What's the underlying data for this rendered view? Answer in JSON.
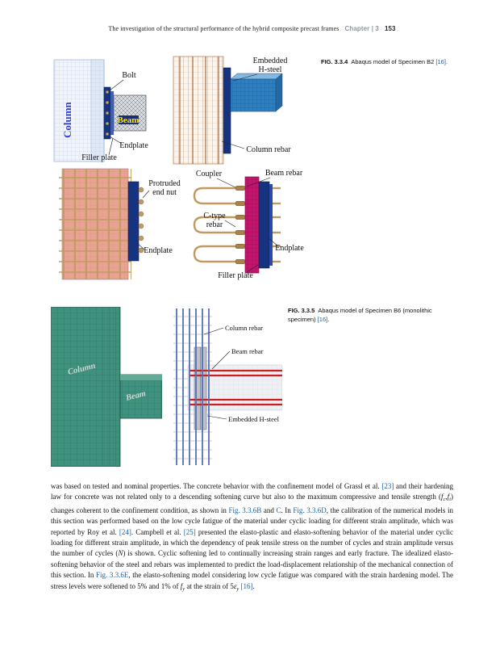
{
  "header": {
    "title": "The investigation of the structural performance of the hybrid composite precast frames",
    "chapter": "Chapter | 3",
    "page_number": "153"
  },
  "fig334": {
    "caption": [
      {
        "text": "FIG. 3.3.4",
        "style": "bold"
      },
      {
        "text": "Abaqus model of Specimen B2 ",
        "style": "normal"
      },
      {
        "text": "[16]",
        "style": "link"
      },
      {
        "text": ".",
        "style": "normal"
      }
    ],
    "labels": {
      "bolt": "Bolt",
      "column": "Column",
      "beam": "Beam",
      "endplate_a": "Endplate",
      "filler_plate_a": "Filler plate",
      "embedded_hsteel": [
        "Embedded",
        "H-steel"
      ],
      "column_rebar": "Column rebar",
      "protruded_end_nut": [
        "Protruded",
        "end nut"
      ],
      "endplate_c": "Endplate",
      "coupler": "Coupler",
      "beam_rebar": "Beam rebar",
      "c_type_rebar": [
        "C-type",
        "rebar"
      ],
      "endplate_d": "Endplate",
      "filler_plate_d": "Filler plate"
    }
  },
  "fig335": {
    "caption": [
      {
        "text": "FIG. 3.3.5",
        "style": "bold"
      },
      {
        "text": "Abaqus model of Specimen B6 (monolithic specimen) ",
        "style": "normal"
      },
      {
        "text": "[16]",
        "style": "link"
      },
      {
        "text": ".",
        "style": "normal"
      }
    ],
    "labels": {
      "column": "Column",
      "beam": "Beam",
      "column_rebar": "Column rebar",
      "beam_rebar": "Beam rebar",
      "embedded_hsteel": "Embedded H-steel"
    }
  },
  "body": {
    "segments": [
      {
        "text": "was based on tested and nominal properties. The concrete behavior with the confinement model of Grassl et al. ",
        "style": "normal"
      },
      {
        "text": "[23]",
        "style": "link"
      },
      {
        "text": " and their hardening law for concrete was not related only to a descending softening curve but also to the maximum compressive and tensile strength (",
        "style": "normal"
      },
      {
        "text": "f",
        "style": "italic"
      },
      {
        "text": "c",
        "style": "sub"
      },
      {
        "text": ",",
        "style": "normal"
      },
      {
        "text": "f",
        "style": "italic"
      },
      {
        "text": "t",
        "style": "sub"
      },
      {
        "text": ") changes coherent to the confinement condition, as shown in ",
        "style": "normal"
      },
      {
        "text": "Fig. 3.3.6B",
        "style": "link"
      },
      {
        "text": " and ",
        "style": "normal"
      },
      {
        "text": "C",
        "style": "link"
      },
      {
        "text": ". In ",
        "style": "normal"
      },
      {
        "text": "Fig. 3.3.6D",
        "style": "link"
      },
      {
        "text": ", the calibration of the numerical models in this section was performed based on the low cycle fatigue of the material under cyclic loading for different strain amplitude, which was reported by Roy et al. ",
        "style": "normal"
      },
      {
        "text": "[24]",
        "style": "link"
      },
      {
        "text": ". Campbell et al. ",
        "style": "normal"
      },
      {
        "text": "[25]",
        "style": "link"
      },
      {
        "text": " presented the elasto-plastic and elasto-softening behavior of the material under cyclic loading for different strain amplitude, in which the dependency of peak tensile stress on the number of cycles and strain amplitude versus the number of cycles (",
        "style": "normal"
      },
      {
        "text": "N",
        "style": "italic"
      },
      {
        "text": ") is shown. Cyclic softening led to continually increasing strain ranges and early fracture. The idealized elasto-softening behavior of the steel and rebars was implemented to predict the load-displacement relationship of the mechanical connection of this section. In ",
        "style": "normal"
      },
      {
        "text": "Fig. 3.3.6E",
        "style": "link"
      },
      {
        "text": ", the elasto-softening model considering low cycle fatigue was compared with the strain hardening model. The stress levels were softened to 5% and 1% of ",
        "style": "normal"
      },
      {
        "text": "f",
        "style": "italic"
      },
      {
        "text": "y",
        "style": "sub"
      },
      {
        "text": " at the strain of 5",
        "style": "normal"
      },
      {
        "text": "ε",
        "style": "italic"
      },
      {
        "text": "y",
        "style": "sub"
      },
      {
        "text": " ",
        "style": "normal"
      },
      {
        "text": "[16]",
        "style": "link"
      },
      {
        "text": ".",
        "style": "normal"
      }
    ]
  },
  "colors": {
    "citation_link": "#1b5fa8",
    "steel_plate_blue": "#16337f",
    "steel_beam_blue": "#2e7fc0",
    "magenta_plate": "#c4156e",
    "concrete_green": "#41917f",
    "rebar_tan": "#c09a62",
    "beam_rebar_red": "#cc2020",
    "column_concrete_pink": "#e8a393",
    "chapter_label_gray": "#8a97a5",
    "beam_label_yellow": "#ffe200",
    "column_label_blue": "#3040cc"
  }
}
